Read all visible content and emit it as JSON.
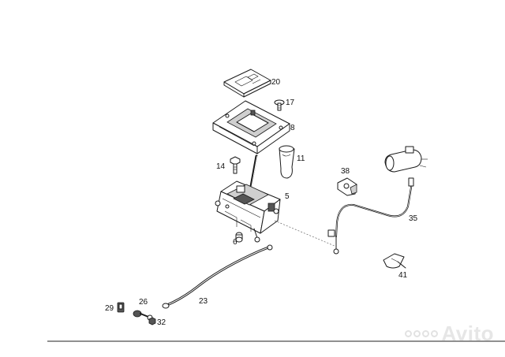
{
  "labels": {
    "p20": "20",
    "p17": "17",
    "p8": "8",
    "p11": "11",
    "p14": "14",
    "p38": "38",
    "p5": "5",
    "p6": "6",
    "p35": "35",
    "p41": "41",
    "p23": "23",
    "p29": "29",
    "p26": "26",
    "p32": "32"
  },
  "watermark": {
    "text": "Avito"
  }
}
